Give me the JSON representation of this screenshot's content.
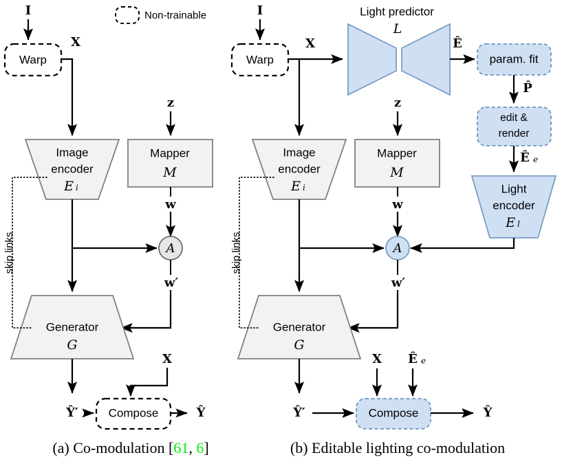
{
  "figure": {
    "legend": {
      "label": "Non-trainable",
      "swatch_name": "dashed-rounded-rect"
    },
    "colors": {
      "gray_fill": "#f2f2f2",
      "gray_stroke": "#808080",
      "blue_fill": "#cfe0f3",
      "blue_stroke": "#7a9cc6",
      "edge": "#000000",
      "citation_green": "#00ee00"
    }
  },
  "panel_a": {
    "caption_prefix": "(a) Co-modulation [",
    "caption_cite_1": "61",
    "caption_cite_sep": ", ",
    "caption_cite_2": "6",
    "caption_suffix": "]",
    "input_label": "I",
    "warp_label": "Warp",
    "x_label": "X",
    "image_encoder_line1": "Image",
    "image_encoder_line2": "encoder",
    "image_encoder_symbol": "E",
    "image_encoder_sub": "i",
    "z_label": "z",
    "mapper_label": "Mapper",
    "mapper_symbol": "M",
    "w_label": "w",
    "a_node_label": "A",
    "w_prime_label": "w′",
    "generator_label": "Generator",
    "generator_symbol": "G",
    "skip_links_label": "skip links",
    "y_prime_label": "Ŷ′",
    "compose_label": "Compose",
    "x_label_2": "X",
    "y_hat_label": "Ŷ"
  },
  "panel_b": {
    "caption": "(b) Editable lighting co-modulation",
    "input_label": "I",
    "warp_label": "Warp",
    "x_label": "X",
    "light_predictor_title": "Light predictor",
    "light_predictor_symbol": "L",
    "e_hat_label": "Ê",
    "param_fit_label": "param. fit",
    "p_hat_label": "P̂",
    "edit_render_line1": "edit &",
    "edit_render_line2": "render",
    "e_hat_e_label": "Ê",
    "e_hat_e_sub": "e",
    "light_encoder_line1": "Light",
    "light_encoder_line2": "encoder",
    "light_encoder_symbol": "E",
    "light_encoder_sub": "l",
    "image_encoder_line1": "Image",
    "image_encoder_line2": "encoder",
    "image_encoder_symbol": "E",
    "image_encoder_sub": "i",
    "z_label": "z",
    "mapper_label": "Mapper",
    "mapper_symbol": "M",
    "w_label": "w",
    "a_node_label": "A",
    "w_prime_label": "w′",
    "generator_label": "Generator",
    "generator_symbol": "G",
    "skip_links_label": "skip links",
    "y_prime_label": "Ŷ′",
    "compose_label": "Compose",
    "x_label_2": "X",
    "e_hat_e_label_2": "Ê",
    "e_hat_e_sub_2": "e",
    "y_hat_label": "Ŷ"
  }
}
